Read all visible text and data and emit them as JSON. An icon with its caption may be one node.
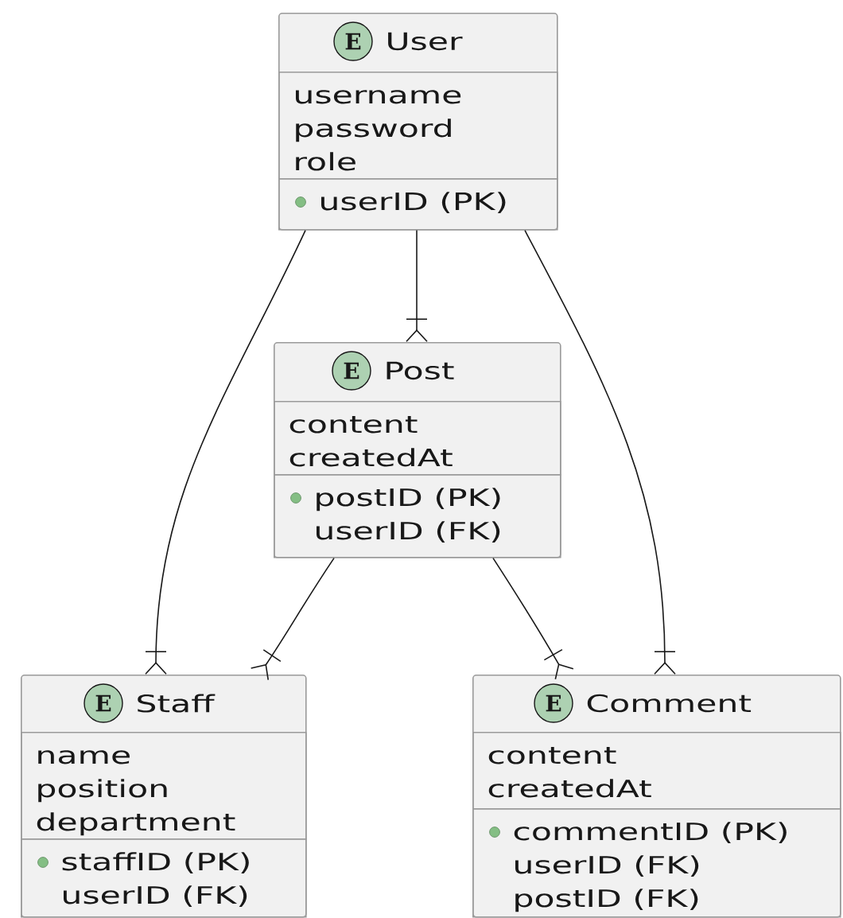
{
  "diagram": {
    "nodes": [
      {
        "text": [
          "E",
          "User"
        ]
      },
      {
        "text": [
          "username",
          "password",
          "role"
        ],
        "in": 0
      },
      {
        "text": [
          "userID (PK)"
        ],
        "in": 0
      },
      {
        "text": [
          "E",
          "Post"
        ]
      },
      {
        "text": [
          "content",
          "createdAt"
        ],
        "in": 3
      },
      {
        "text": [
          "postID (PK)",
          "userID (FK)"
        ],
        "in": 3
      },
      {
        "text": [
          "E",
          "Staff"
        ]
      },
      {
        "text": [
          "name",
          "position",
          "department"
        ],
        "in": 6
      },
      {
        "text": [
          "staffID (PK)",
          "userID (FK)"
        ],
        "in": 6
      },
      {
        "text": [
          "E",
          "Comment"
        ]
      },
      {
        "text": [
          "content",
          "createdAt"
        ],
        "in": 9
      },
      {
        "text": [
          "commentID (PK)",
          "userID (FK)",
          "postID (FK)"
        ],
        "in": 9
      }
    ],
    "edges": [
      {
        "from": 0,
        "to": 6,
        "arrow": "other"
      },
      {
        "from": 0,
        "to": 3,
        "arrow": "other"
      },
      {
        "from": 0,
        "to": 9,
        "arrow": "other"
      },
      {
        "from": 3,
        "to": 6,
        "arrow": "other"
      },
      {
        "from": 3,
        "to": 9,
        "arrow": "other"
      }
    ]
  }
}
